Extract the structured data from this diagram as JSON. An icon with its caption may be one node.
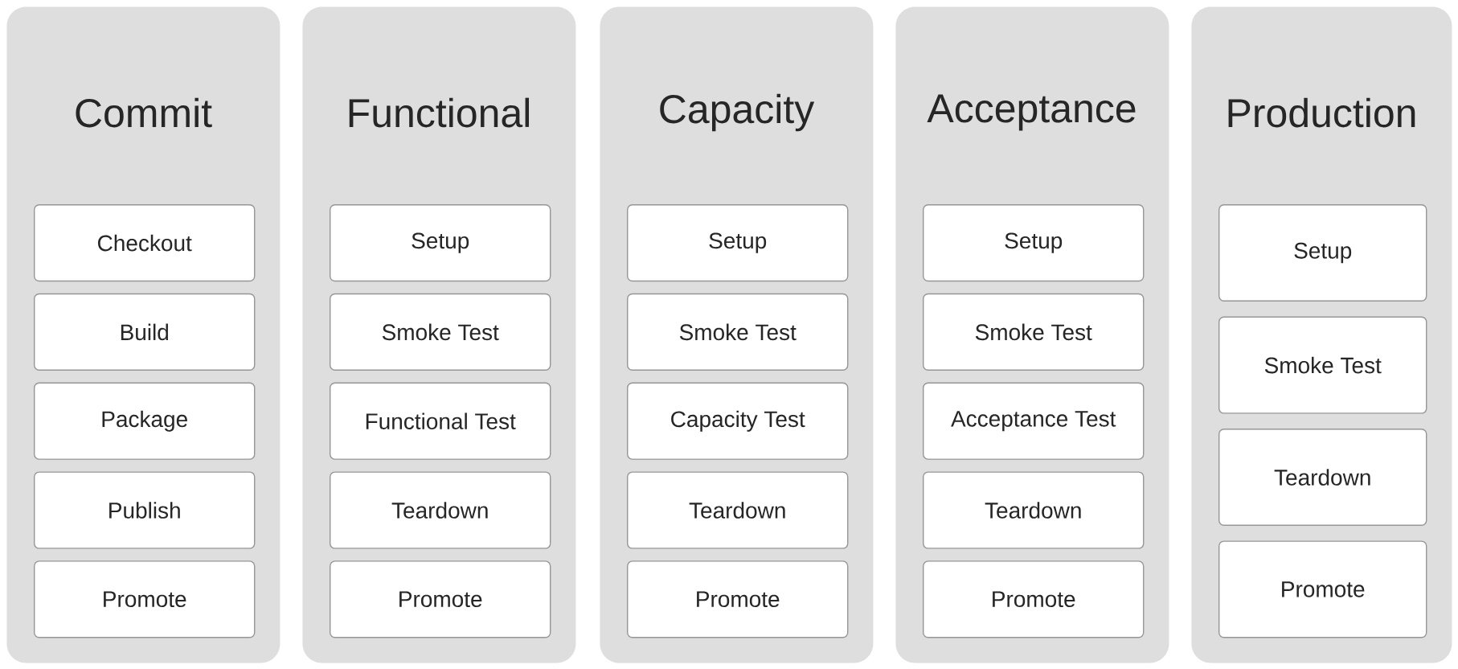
{
  "diagram": {
    "nodes": [
      {
        "text": [
          "Commit"
        ]
      },
      {
        "text": [
          "Checkout"
        ],
        "in": 0
      },
      {
        "text": [
          "Build"
        ],
        "in": 0
      },
      {
        "text": [
          "Package"
        ],
        "in": 0
      },
      {
        "text": [
          "Publish"
        ],
        "in": 0
      },
      {
        "text": [
          "Promote"
        ],
        "in": 0
      },
      {
        "text": [
          "Functional"
        ]
      },
      {
        "text": [
          "Setup"
        ],
        "in": 6
      },
      {
        "text": [
          "Smoke Test"
        ],
        "in": 6
      },
      {
        "text": [
          "Functional Test"
        ],
        "in": 6
      },
      {
        "text": [
          "Teardown"
        ],
        "in": 6
      },
      {
        "text": [
          "Promote"
        ],
        "in": 6
      },
      {
        "text": [
          "Capacity"
        ]
      },
      {
        "text": [
          "Setup"
        ],
        "in": 12
      },
      {
        "text": [
          "Smoke Test"
        ],
        "in": 12
      },
      {
        "text": [
          "Capacity Test"
        ],
        "in": 12
      },
      {
        "text": [
          "Teardown"
        ],
        "in": 12
      },
      {
        "text": [
          "Promote"
        ],
        "in": 12
      },
      {
        "text": [
          "Acceptance"
        ]
      },
      {
        "text": [
          "Setup"
        ],
        "in": 18
      },
      {
        "text": [
          "Smoke Test"
        ],
        "in": 18
      },
      {
        "text": [
          "Acceptance Test"
        ],
        "in": 18
      },
      {
        "text": [
          "Teardown"
        ],
        "in": 18
      },
      {
        "text": [
          "Promote"
        ],
        "in": 18
      },
      {
        "text": [
          "Production"
        ]
      },
      {
        "text": [
          "Setup"
        ],
        "in": 24
      },
      {
        "text": [
          "Smoke Test"
        ],
        "in": 24
      },
      {
        "text": [
          "Teardown"
        ],
        "in": 24
      },
      {
        "text": [
          "Promote"
        ],
        "in": 24
      }
    ]
  }
}
